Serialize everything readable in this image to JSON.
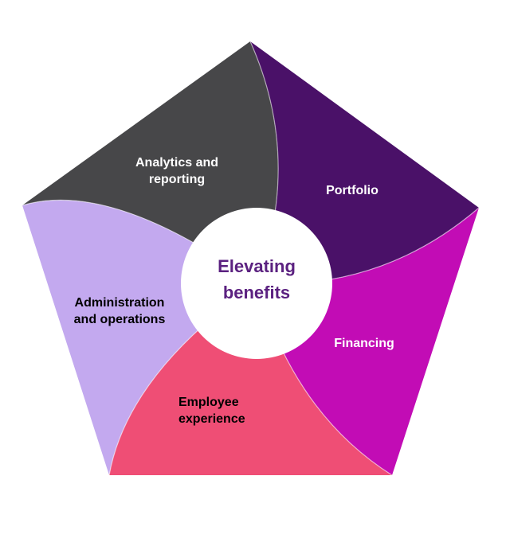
{
  "diagram": {
    "title": "Elevating benefits pentagon diagram",
    "center": {
      "label": "Elevating benefits",
      "lines": [
        "Elevating",
        "benefits"
      ],
      "text_color": "#5b2180",
      "bg_color": "#ffffff"
    },
    "segments": [
      {
        "name": "Analytics and reporting",
        "lines": [
          "Analytics and",
          "reporting"
        ],
        "color": "#474749",
        "text_color": "#ffffff"
      },
      {
        "name": "Portfolio",
        "lines": [
          "Portfolio"
        ],
        "color": "#4a1168",
        "text_color": "#ffffff"
      },
      {
        "name": "Financing",
        "lines": [
          "Financing"
        ],
        "color": "#c20cb5",
        "text_color": "#ffffff"
      },
      {
        "name": "Employee experience",
        "lines": [
          "Employee",
          "experience"
        ],
        "color": "#ef4e75",
        "text_color": "#000000"
      },
      {
        "name": "Administration and operations",
        "lines": [
          "Administration",
          "and operations"
        ],
        "color": "#c3a9ef",
        "text_color": "#000000"
      }
    ]
  }
}
